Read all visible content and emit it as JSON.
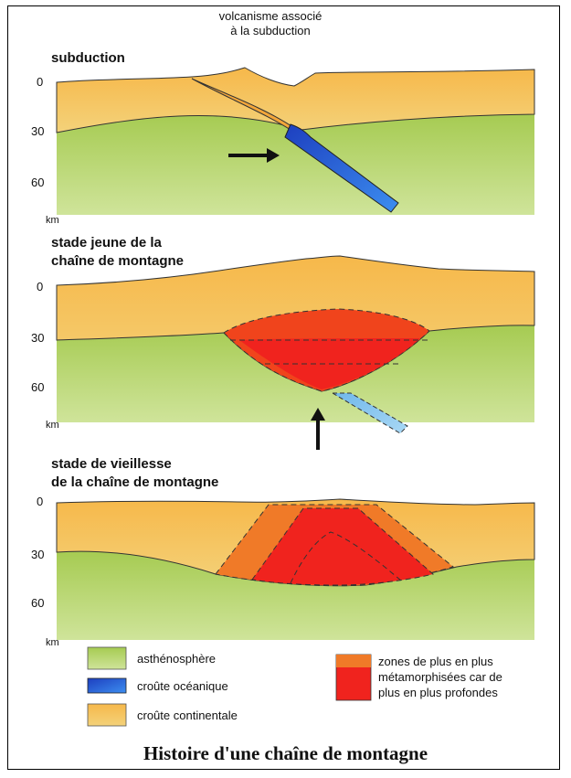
{
  "caption": "Histoire d'une chaîne de montagne",
  "unit_label": "km",
  "volcanism": {
    "line1": "volcanisme associé",
    "line2": "à la subduction"
  },
  "panels": [
    {
      "title_lines": [
        "subduction"
      ],
      "depth_ticks": [
        "0",
        "30",
        "60"
      ]
    },
    {
      "title_lines": [
        "stade jeune de la",
        "chaîne de montagne"
      ],
      "depth_ticks": [
        "0",
        "30",
        "60"
      ]
    },
    {
      "title_lines": [
        "stade de vieillesse",
        "de la chaîne de montagne"
      ],
      "depth_ticks": [
        "0",
        "30",
        "60"
      ]
    }
  ],
  "legend": {
    "asthenosphere": "asthénosphère",
    "oceanic_crust": "croûte océanique",
    "continental_crust": "croûte continentale",
    "metamorphic": [
      "zones de plus en plus",
      "métamorphisées car de",
      "plus en plus profondes"
    ]
  },
  "colors": {
    "asthenosphere": "#a9cf57",
    "oceanic_crust": "#1f4fd0",
    "continental_crust": "#f1ad3c",
    "metamorphic_outer": "#f07a28",
    "metamorphic_inner": "#f0231e"
  }
}
